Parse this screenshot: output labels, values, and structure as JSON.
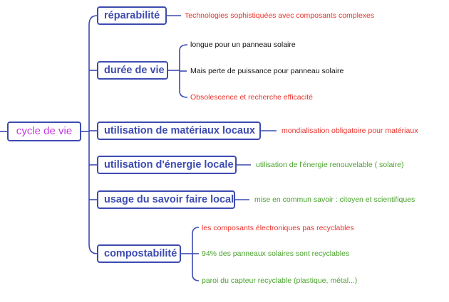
{
  "colors": {
    "line": "#3d4bb0",
    "node_text": "#3d4bb0",
    "root_text": "#c23ae0",
    "red": "#e8322c",
    "black": "#111111",
    "green": "#4aa32d"
  },
  "root": {
    "label": "cycle de vie"
  },
  "branches": [
    {
      "label": "réparabilité",
      "leaves": [
        {
          "text": "Technologies sophistiquées avec composants complexes",
          "color": "red"
        }
      ]
    },
    {
      "label": "durée de vie",
      "leaves": [
        {
          "text": "longue pour un panneau solaire",
          "color": "black"
        },
        {
          "text": "Mais perte de puissance pour panneau solaire",
          "color": "black"
        },
        {
          "text": "Obsolescence  et recherche efficacité",
          "color": "red"
        }
      ]
    },
    {
      "label": "utilisation de matériaux  locaux",
      "leaves": [
        {
          "text": "mondialisation obligatoire pour matériaux",
          "color": "red"
        }
      ]
    },
    {
      "label": "utilisation d'énergie locale",
      "leaves": [
        {
          "text": "utilisation  de l'énergie renouvelable  ( solaire)",
          "color": "green"
        }
      ]
    },
    {
      "label": "usage du savoir faire local",
      "leaves": [
        {
          "text": "mise en commun savoir : citoyen et scientifiques",
          "color": "green"
        }
      ]
    },
    {
      "label": "compostabilité",
      "leaves": [
        {
          "text": "les composants électroniques pas recyclables",
          "color": "red"
        },
        {
          "text": "94% des panneaux solaires sont recyclables",
          "color": "green"
        },
        {
          "text": "paroi du capteur recyclable (plastique, métal...)",
          "color": "green"
        }
      ]
    }
  ]
}
